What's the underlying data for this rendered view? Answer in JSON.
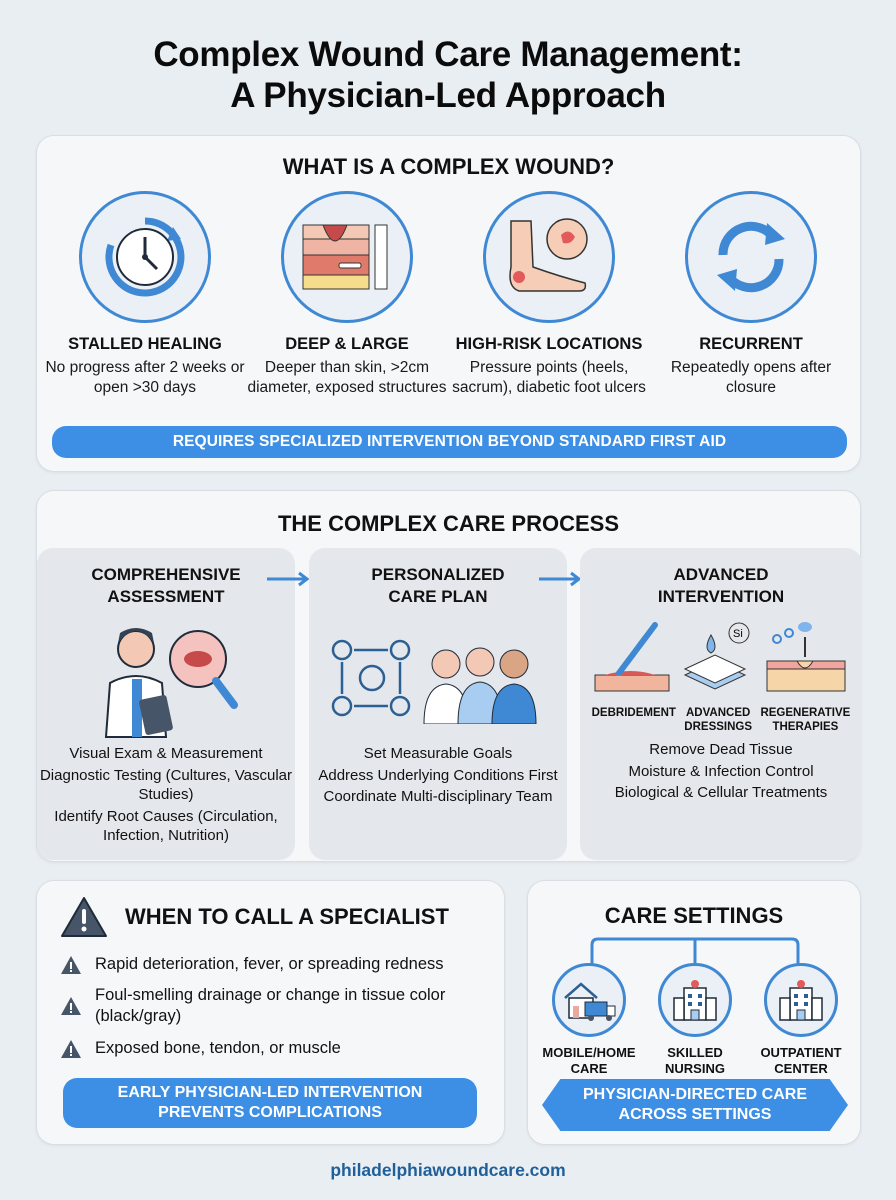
{
  "header": {
    "title_line1": "Complex Wound Care Management:",
    "title_line2": "A Physician-Led Approach"
  },
  "complex_wound": {
    "title": "WHAT IS A COMPLEX WOUND?",
    "features": [
      {
        "icon": "clock-cycle-icon",
        "title": "STALLED HEALING",
        "description": "No progress after 2 weeks or open >30 days"
      },
      {
        "icon": "skin-layers-icon",
        "title": "DEEP & LARGE",
        "description": "Deeper than skin, >2cm diameter, exposed structures"
      },
      {
        "icon": "foot-ulcer-icon",
        "title": "HIGH-RISK LOCATIONS",
        "description": "Pressure points (heels, sacrum), diabetic foot ulcers"
      },
      {
        "icon": "recurrent-arrows-icon",
        "title": "RECURRENT",
        "description": "Repeatedly opens after closure"
      }
    ],
    "banner": "REQUIRES SPECIALIZED INTERVENTION BEYOND STANDARD FIRST AID"
  },
  "process": {
    "title": "THE COMPLEX CARE PROCESS",
    "steps": [
      {
        "title_line1": "COMPREHENSIVE",
        "title_line2": "ASSESSMENT",
        "icon": "doctor-magnifier-icon",
        "items": [
          "Visual Exam & Measurement",
          "Diagnostic Testing (Cultures, Vascular Studies)",
          "Identify Root Causes (Circulation, Infection, Nutrition)"
        ]
      },
      {
        "title_line1": "PERSONALIZED",
        "title_line2": "CARE PLAN",
        "icon": "care-team-goals-icon",
        "items": [
          "Set Measurable Goals",
          "Address Underlying Conditions First",
          "Coordinate Multi-disciplinary Team"
        ]
      },
      {
        "title_line1": "ADVANCED",
        "title_line2": "INTERVENTION",
        "icon": "intervention-icons",
        "sub_labels": [
          "DEBRIDEMENT",
          "ADVANCED DRESSINGS",
          "REGENERATIVE THERAPIES"
        ],
        "dressing_badge": "Si",
        "items": [
          "Remove Dead Tissue",
          "Moisture & Infection Control",
          "Biological & Cellular Treatments"
        ]
      }
    ]
  },
  "specialist": {
    "title": "WHEN TO CALL A SPECIALIST",
    "items": [
      "Rapid deterioration, fever, or spreading redness",
      "Foul-smelling drainage or change in tissue color (black/gray)",
      "Exposed bone, tendon, or muscle"
    ],
    "banner_line1": "EARLY PHYSICIAN-LED INTERVENTION",
    "banner_line2": "PREVENTS COMPLICATIONS"
  },
  "settings": {
    "title": "CARE SETTINGS",
    "items": [
      {
        "label_line1": "MOBILE/HOME",
        "label_line2": "CARE",
        "icon": "home-van-icon"
      },
      {
        "label_line1": "SKILLED",
        "label_line2": "NURSING",
        "icon": "nursing-building-icon"
      },
      {
        "label_line1": "OUTPATIENT",
        "label_line2": "CENTER",
        "icon": "clinic-building-icon"
      }
    ],
    "banner_line1": "PHYSICIAN-DIRECTED CARE",
    "banner_line2": "ACROSS SETTINGS"
  },
  "footer": {
    "url": "philadelphiawoundcare.com"
  },
  "colors": {
    "accent": "#3d8fe6",
    "circle_border": "#3f88d4",
    "footer_link": "#1f5f9a",
    "background": "#e9eef3"
  }
}
